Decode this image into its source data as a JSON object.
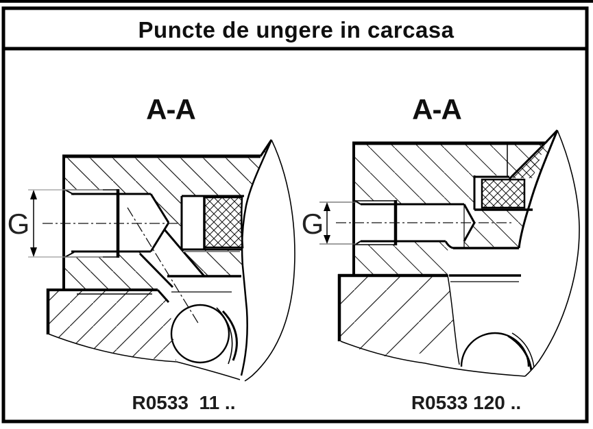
{
  "header": {
    "title": "Puncte de ungere in carcasa"
  },
  "views": {
    "left": {
      "section_label": "A-A",
      "dimension_label": "G",
      "part_number": "R0533  11 .."
    },
    "right": {
      "section_label": "A-A",
      "dimension_label": "G",
      "part_number": "R0533 120 .."
    }
  },
  "colors": {
    "line": "#000000",
    "hatch": "#1c1c1c",
    "background": "#ffffff",
    "extension_line_left": "#9a9a9a",
    "extension_line_right": "#666666"
  }
}
